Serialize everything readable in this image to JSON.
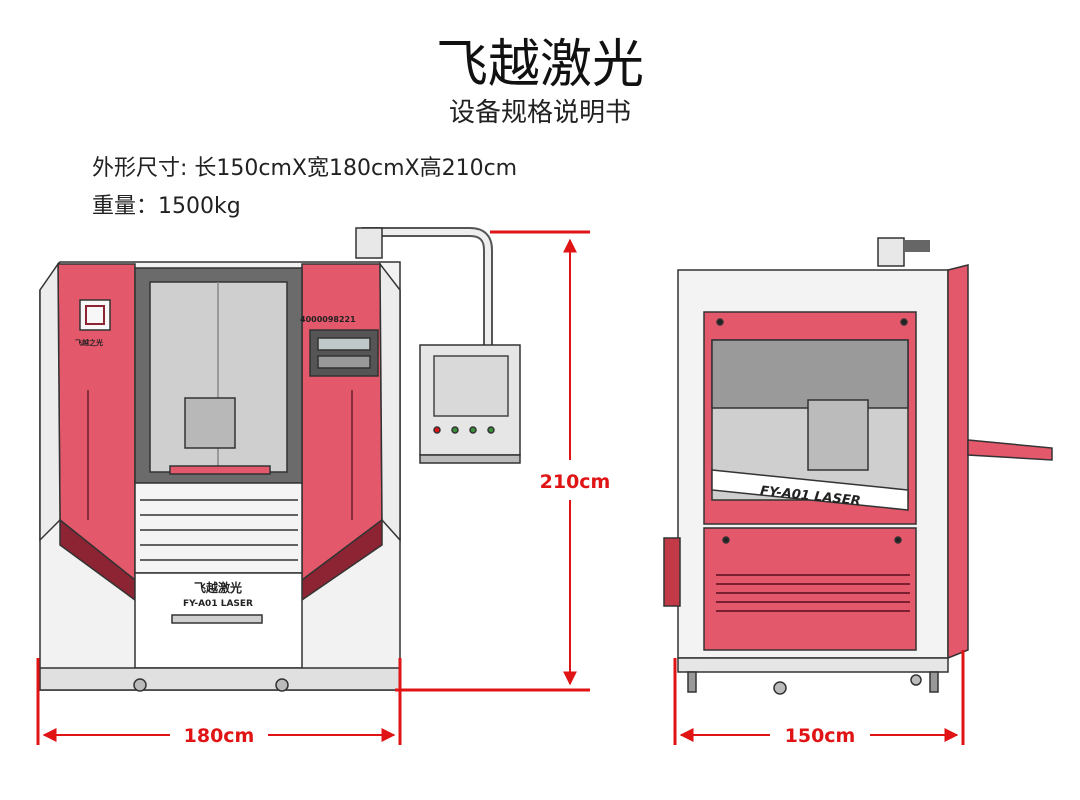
{
  "document": {
    "title": "飞越激光",
    "subtitle": "设备规格说明书",
    "dimensions_label": "外形尺寸: 长150cmX宽180cmX高210cm",
    "weight_label": "重量：1500kg"
  },
  "drawing": {
    "height_dim": "210cm",
    "width_dim": "180cm",
    "depth_dim": "150cm",
    "front_model_label": "FY-A01 LASER",
    "front_brand": "飞越激光",
    "side_model_label": "FY-A01 LASER",
    "phone": "4000098221",
    "logo_text": "飞越之光",
    "colors": {
      "accent_red": "#e01414",
      "machine_pink": "#e4586b",
      "machine_dark": "#8c2433",
      "panel_gray": "#d8d8d8"
    }
  }
}
